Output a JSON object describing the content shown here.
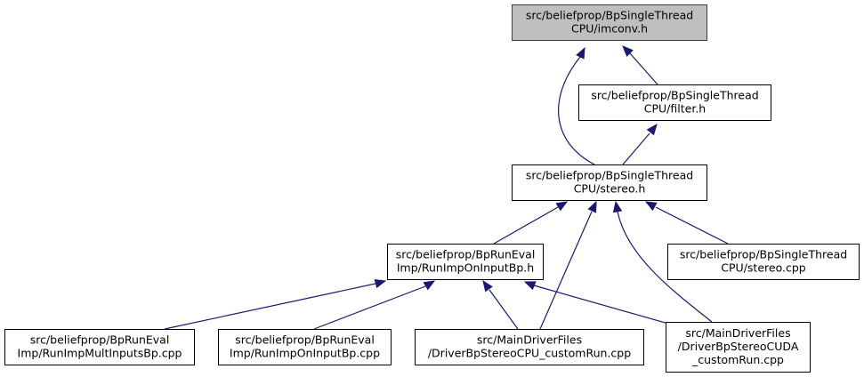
{
  "graph": {
    "colors": {
      "edge": "#191970",
      "root_fill": "#bfbfbf",
      "node_fill": "#ffffff",
      "border": "#000000"
    },
    "nodes": [
      {
        "id": "imconv",
        "lines": [
          "src/beliefprop/BpSingleThread",
          "CPU/imconv.h"
        ],
        "root": true
      },
      {
        "id": "filter",
        "lines": [
          "src/beliefprop/BpSingleThread",
          "CPU/filter.h"
        ]
      },
      {
        "id": "stereo_h",
        "lines": [
          "src/beliefprop/BpSingleThread",
          "CPU/stereo.h"
        ]
      },
      {
        "id": "runimp_h",
        "lines": [
          "src/beliefprop/BpRunEval",
          "Imp/RunImpOnInputBp.h"
        ]
      },
      {
        "id": "stereo_cpp",
        "lines": [
          "src/beliefprop/BpSingleThread",
          "CPU/stereo.cpp"
        ]
      },
      {
        "id": "multi_cpp",
        "lines": [
          "src/beliefprop/BpRunEval",
          "Imp/RunImpMultInputsBp.cpp"
        ]
      },
      {
        "id": "runimp_cpp",
        "lines": [
          "src/beliefprop/BpRunEval",
          "Imp/RunImpOnInputBp.cpp"
        ]
      },
      {
        "id": "cpu_custom",
        "lines": [
          "src/MainDriverFiles",
          "/DriverBpStereoCPU_customRun.cpp"
        ]
      },
      {
        "id": "cuda_custom",
        "lines": [
          "src/MainDriverFiles",
          "/DriverBpStereoCUDA",
          "_customRun.cpp"
        ]
      }
    ],
    "edges": [
      {
        "from": "filter",
        "to": "imconv"
      },
      {
        "from": "stereo_h",
        "to": "imconv"
      },
      {
        "from": "stereo_h",
        "to": "filter"
      },
      {
        "from": "runimp_h",
        "to": "stereo_h"
      },
      {
        "from": "stereo_cpp",
        "to": "stereo_h"
      },
      {
        "from": "cpu_custom",
        "to": "stereo_h"
      },
      {
        "from": "cuda_custom",
        "to": "stereo_h"
      },
      {
        "from": "multi_cpp",
        "to": "runimp_h"
      },
      {
        "from": "runimp_cpp",
        "to": "runimp_h"
      },
      {
        "from": "cpu_custom",
        "to": "runimp_h"
      },
      {
        "from": "cuda_custom",
        "to": "runimp_h"
      }
    ]
  }
}
